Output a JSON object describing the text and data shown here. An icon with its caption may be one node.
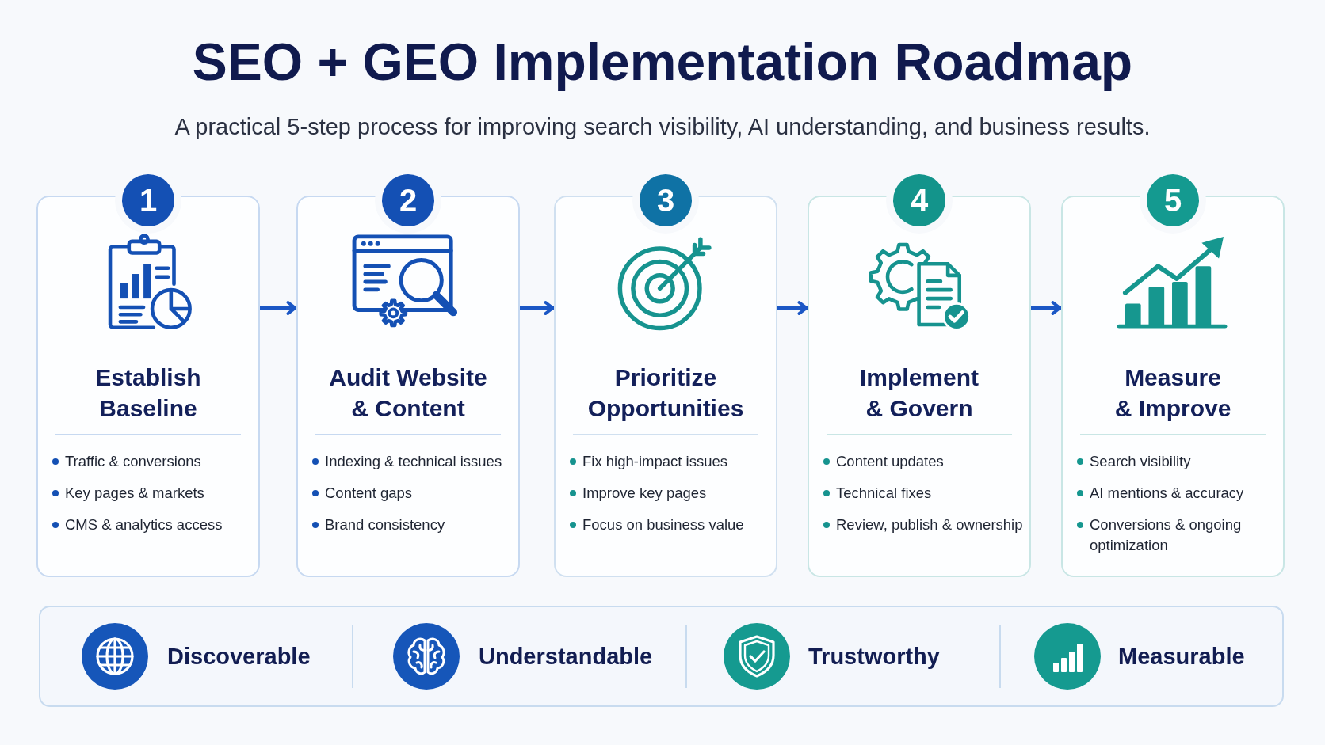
{
  "diagram": {
    "title": "SEO + GEO Implementation Roadmap",
    "nodes": [
      {
        "text": [
          "1"
        ]
      },
      {
        "text": [
          "Establish Baseline",
          "Traffic & conversions",
          "Key pages & markets",
          "CMS & analytics access"
        ]
      },
      {
        "text": [
          "2"
        ]
      },
      {
        "text": [
          "Audit Website & Content",
          "Indexing & technical issues",
          "Content gaps",
          "Brand consistency"
        ]
      },
      {
        "text": [
          "3"
        ]
      },
      {
        "text": [
          "Prioritize Opportunities",
          "Fix high-impact issues",
          "Improve key pages",
          "Focus on business value"
        ]
      },
      {
        "text": [
          "4"
        ]
      },
      {
        "text": [
          "Implement & Govern",
          "Content updates",
          "Technical fixes",
          "Review, publish & ownership"
        ]
      },
      {
        "text": [
          "5"
        ]
      },
      {
        "text": [
          "Measure & Improve",
          "Search visibility",
          "AI mentions & accuracy",
          "Conversions & ongoing optimization"
        ]
      },
      {
        "text": [
          "Discoverable",
          "Understandable",
          "Trustworthy",
          "Measurable"
        ]
      }
    ],
    "edges": [
      {
        "from": 1,
        "to": 3,
        "arrow": "to"
      },
      {
        "from": 3,
        "to": 5,
        "arrow": "to"
      },
      {
        "from": 5,
        "to": 7,
        "arrow": "to"
      },
      {
        "from": 7,
        "to": 9,
        "arrow": "to"
      }
    ],
    "labels": [
      "A practical 5-step process for improving search visibility, AI understanding, and business results."
    ]
  }
}
